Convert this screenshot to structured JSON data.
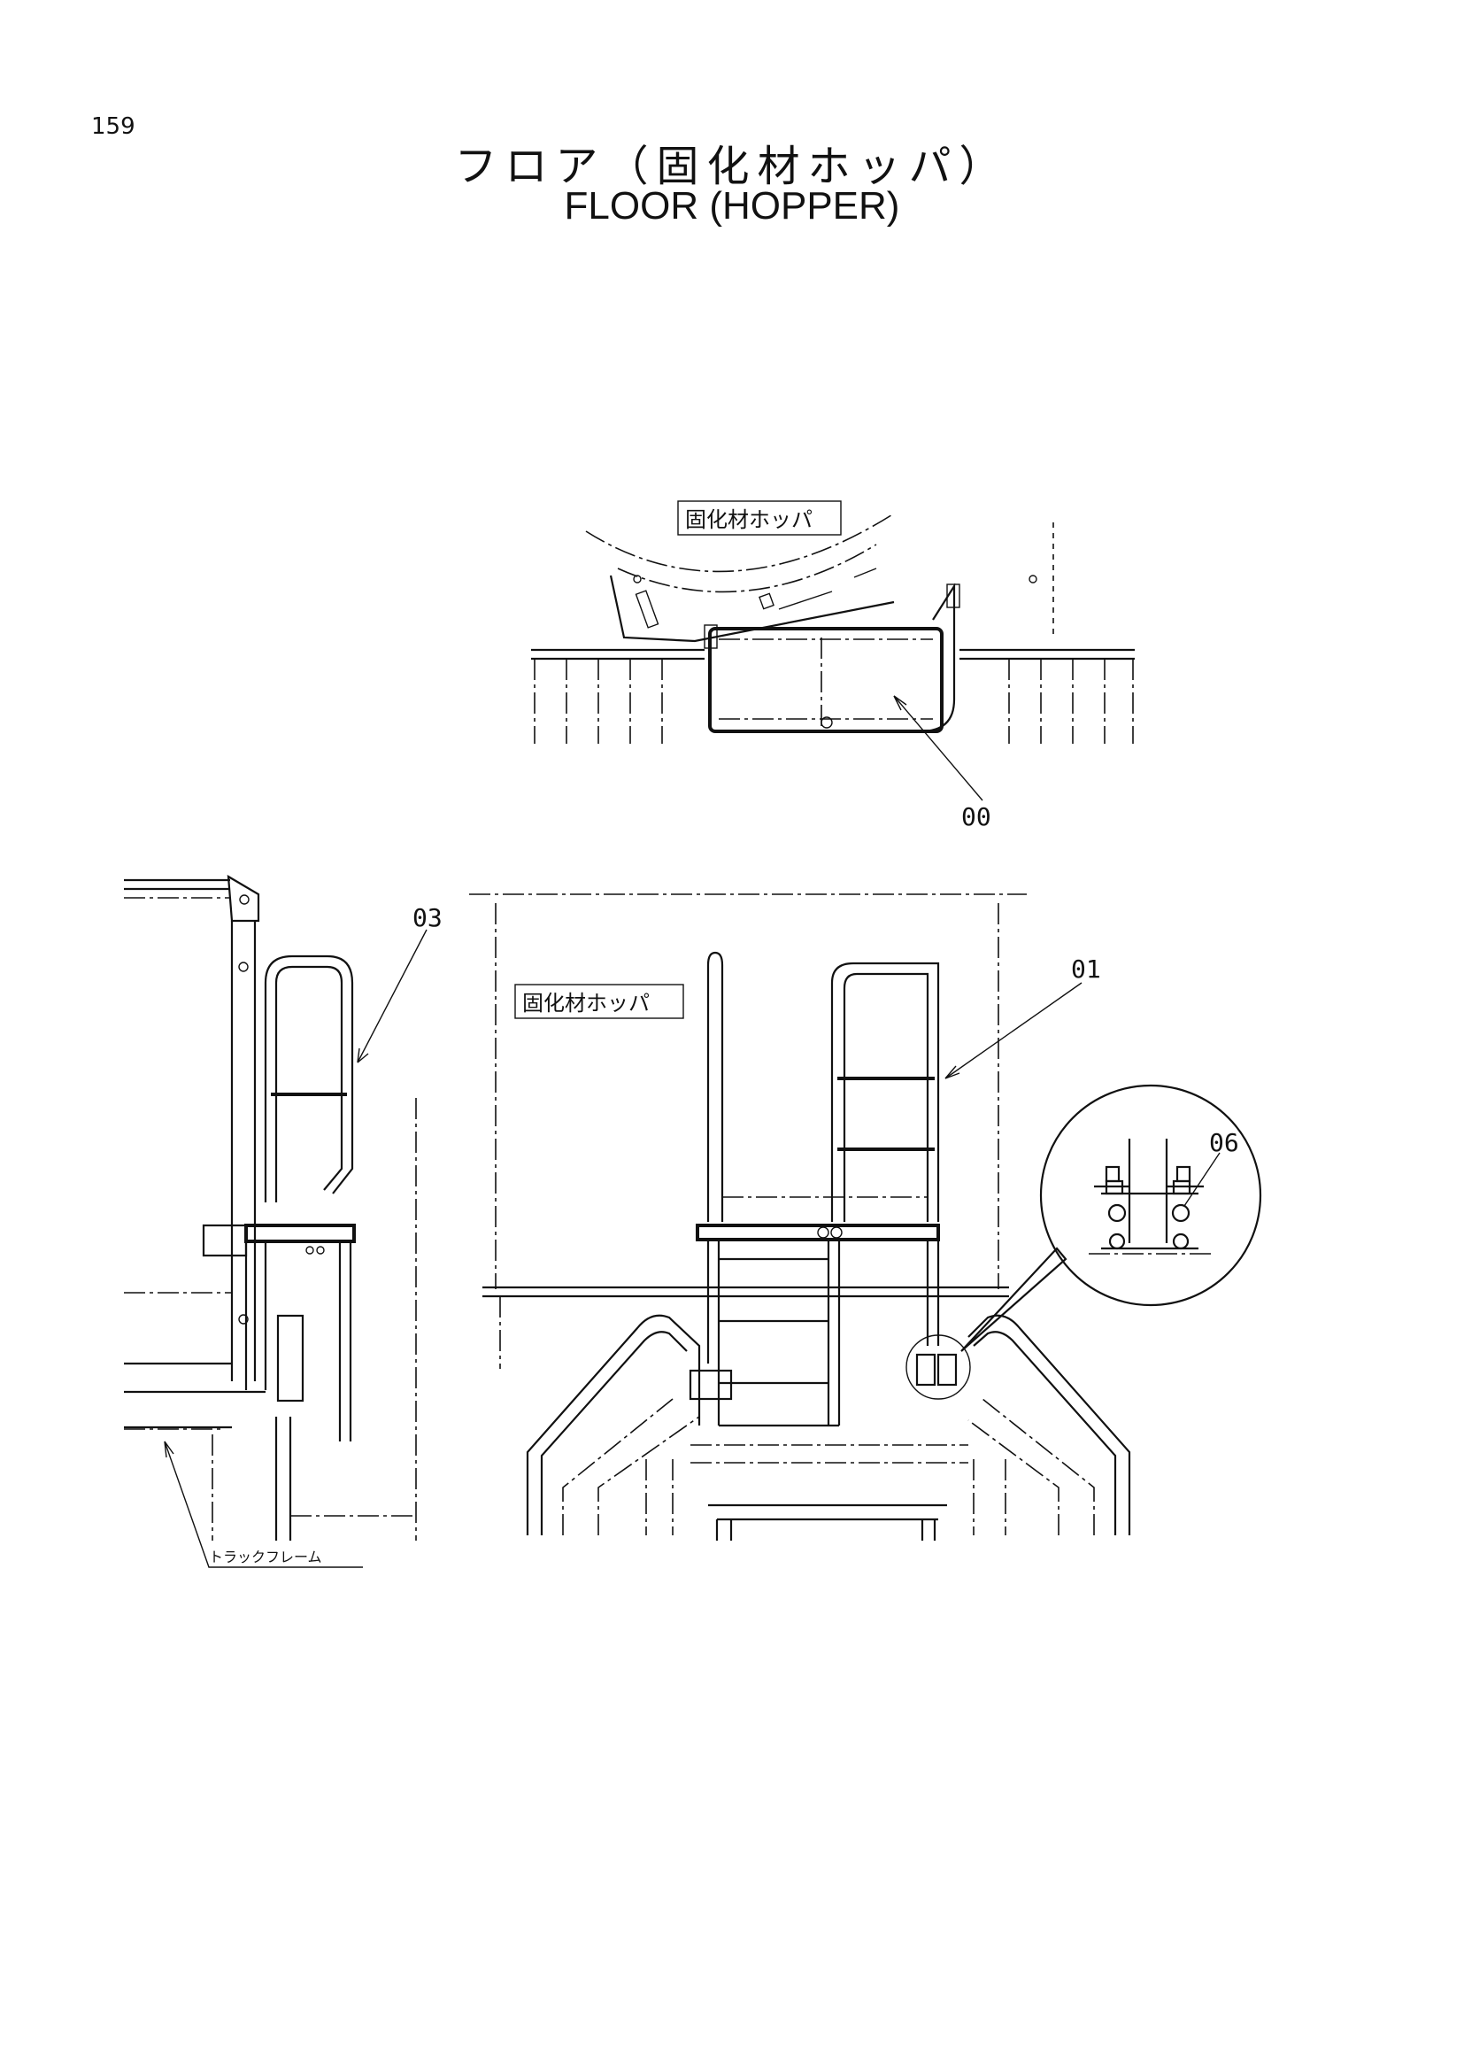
{
  "page_number": "159",
  "title": {
    "japanese": "フロア（固化材ホッパ）",
    "english": "FLOOR (HOPPER)"
  },
  "labels": {
    "hopper_top": "固化材ホッパ",
    "hopper_front": "固化材ホッパ",
    "track_frame": "トラックフレーム"
  },
  "callouts": {
    "c00": "00",
    "c01": "01",
    "c03": "03",
    "c06": "06"
  }
}
